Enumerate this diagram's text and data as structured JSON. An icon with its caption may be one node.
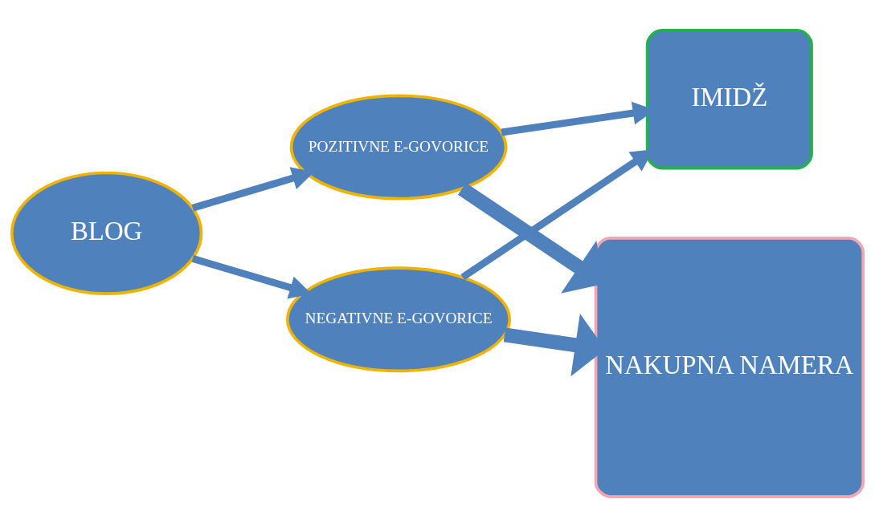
{
  "diagram": {
    "nodes": [
      {
        "text": [
          "BLOG"
        ]
      },
      {
        "text": [
          "POZITIVNE E-GOVORICE"
        ]
      },
      {
        "text": [
          "NEGATIVNE E-GOVORICE"
        ]
      },
      {
        "text": [
          "IMIDŽ"
        ]
      },
      {
        "text": [
          "NAKUPNA NAMERA"
        ]
      }
    ],
    "edges": [
      {
        "from": 0,
        "to": 1,
        "arrow": "to"
      },
      {
        "from": 0,
        "to": 2,
        "arrow": "to"
      },
      {
        "from": 1,
        "to": 3,
        "arrow": "to"
      },
      {
        "from": 2,
        "to": 3,
        "arrow": "to"
      },
      {
        "from": 1,
        "to": 4,
        "arrow": "to",
        "style": "thick"
      },
      {
        "from": 2,
        "to": 4,
        "arrow": "to",
        "style": "thick"
      }
    ]
  }
}
